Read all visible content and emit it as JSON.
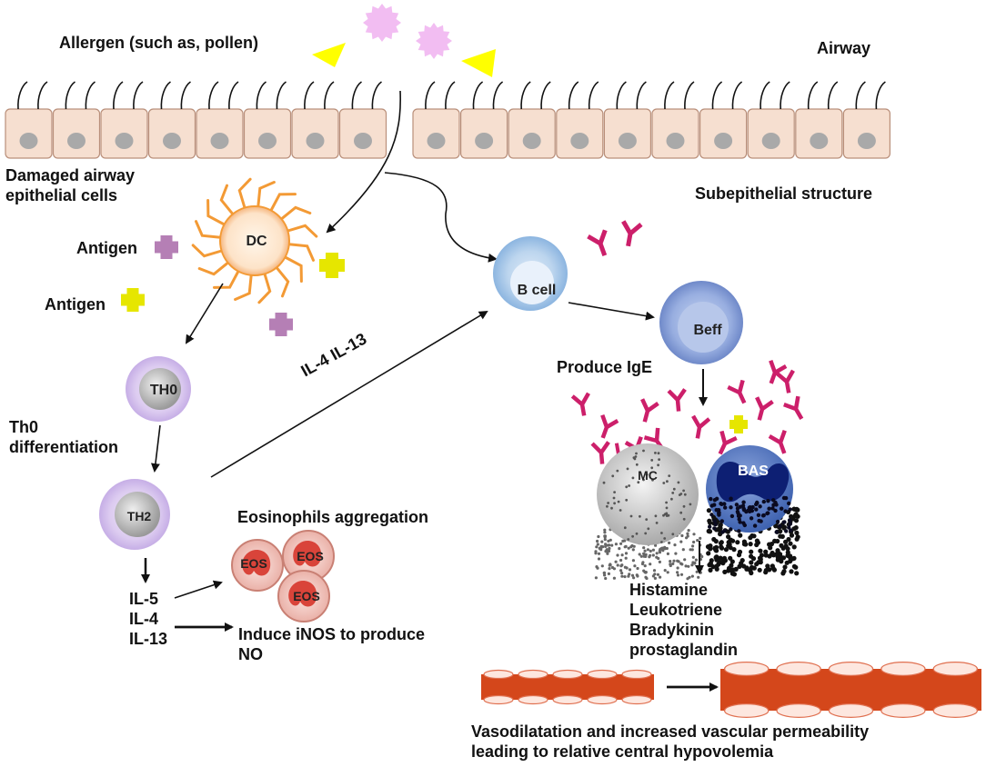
{
  "labels": {
    "allergen": "Allergen (such as, pollen)",
    "airway": "Airway",
    "damaged": "Damaged airway\nepithelial cells",
    "subepithelial": "Subepithelial structure",
    "antigen1": "Antigen",
    "antigen2": "Antigen",
    "il4_il13_diag": "IL-4  IL-13",
    "produce_ige": "Produce IgE",
    "th0_diff": "Th0\ndifferentiation",
    "eos_agg": "Eosinophils aggregation",
    "il_list": "IL-5\nIL-4\nIL-13",
    "inos": "Induce iNOS to produce\nNO",
    "mediators": "Histamine\nLeukotriene\nBradykinin\nprostaglandin",
    "vaso": "Vasodilatation and increased vascular permeability\nleading to relative central hypovolemia"
  },
  "cells": {
    "dc": "DC",
    "bcell": "B cell",
    "beff": "Beff",
    "th0": "TH0",
    "th2": "TH2",
    "mc": "MC",
    "bas": "BAS",
    "eos1": "EOS",
    "eos2": "EOS",
    "eos3": "EOS"
  },
  "colors": {
    "epithelium_fill": "#f6dfd0",
    "epithelium_stroke": "#b98f7a",
    "nucleus": "#a9a9a9",
    "dc_arms": "#f39a35",
    "allergen_triangle": "#ffff00",
    "allergen_pollen": "#f2bdf2",
    "antigen_purple": "#b57fb5",
    "antigen_yellow": "#e6e600",
    "antibody": "#cc1f6a",
    "bcell": "#9fc5ea",
    "th_cells": "#d9c7ee",
    "mast_cell": "#c8c8c8",
    "basophil": "#4a6fb8",
    "eosinophil": "#d9443a",
    "vessel": "#d4471b"
  }
}
